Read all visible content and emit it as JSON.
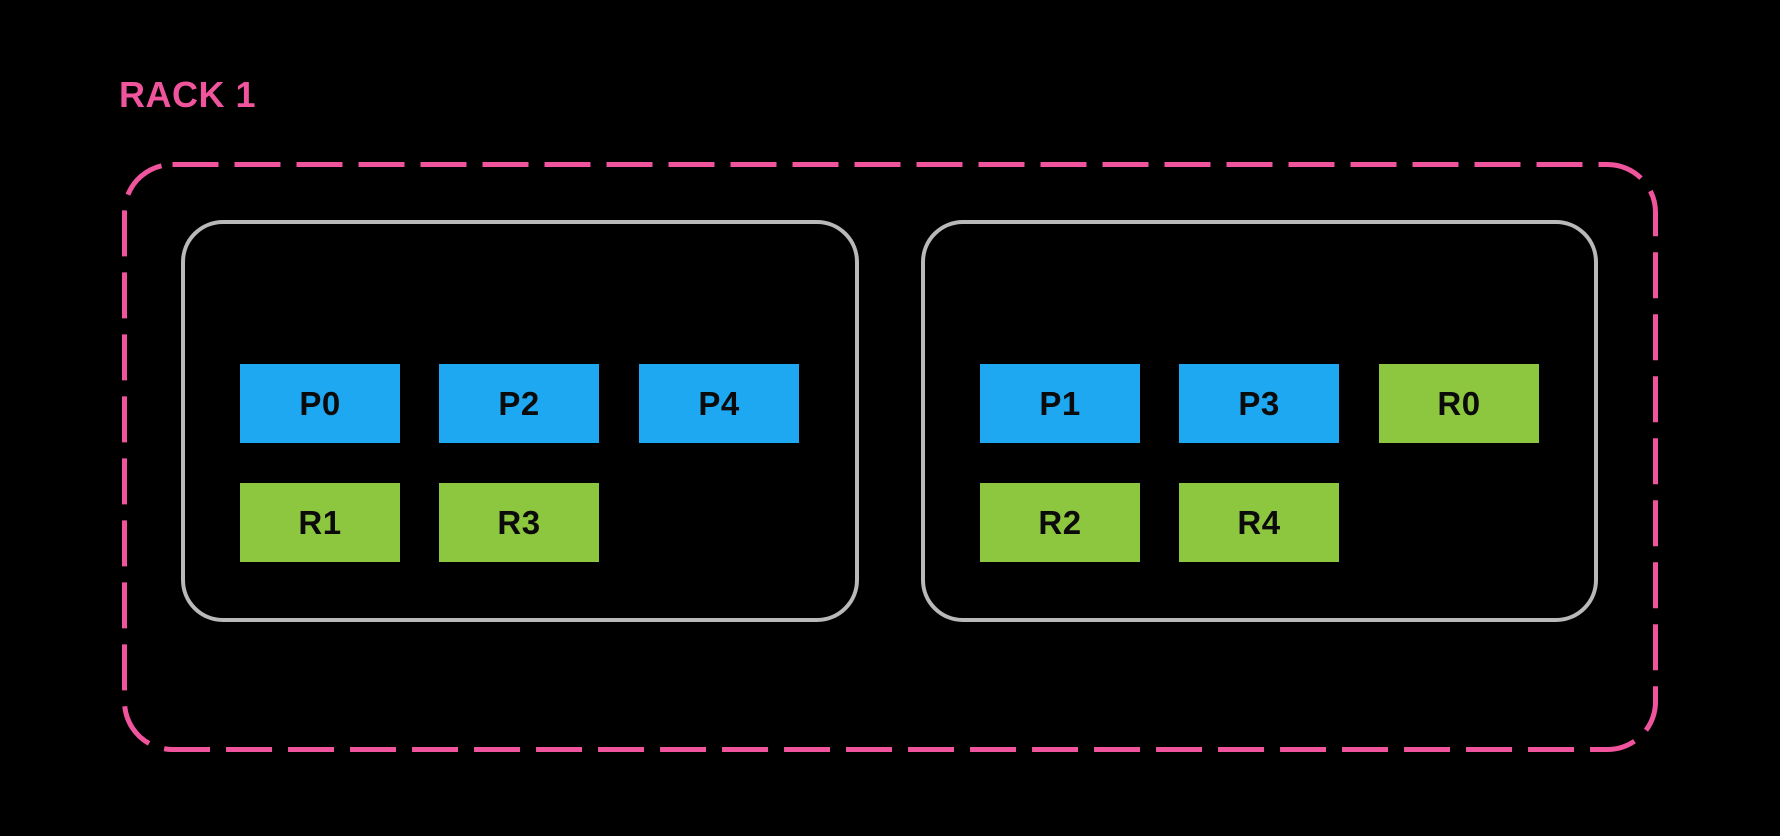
{
  "colors": {
    "background": "#000000",
    "rack_border": "#F0549C",
    "rack_title": "#F0549C",
    "node_border": "#B9B9B9",
    "blue_box": "#1EA8F2",
    "green_box": "#8DC63F",
    "box_text": "#0B0B0B"
  },
  "rack": {
    "label": "RACK 1",
    "nodes": [
      {
        "slots": [
          {
            "label": "P0",
            "variant": "blue"
          },
          {
            "label": "P2",
            "variant": "blue"
          },
          {
            "label": "P4",
            "variant": "blue"
          },
          {
            "label": "R1",
            "variant": "green"
          },
          {
            "label": "R3",
            "variant": "green"
          }
        ]
      },
      {
        "slots": [
          {
            "label": "P1",
            "variant": "blue"
          },
          {
            "label": "P3",
            "variant": "blue"
          },
          {
            "label": "R0",
            "variant": "green"
          },
          {
            "label": "R2",
            "variant": "green"
          },
          {
            "label": "R4",
            "variant": "green"
          }
        ]
      }
    ]
  }
}
